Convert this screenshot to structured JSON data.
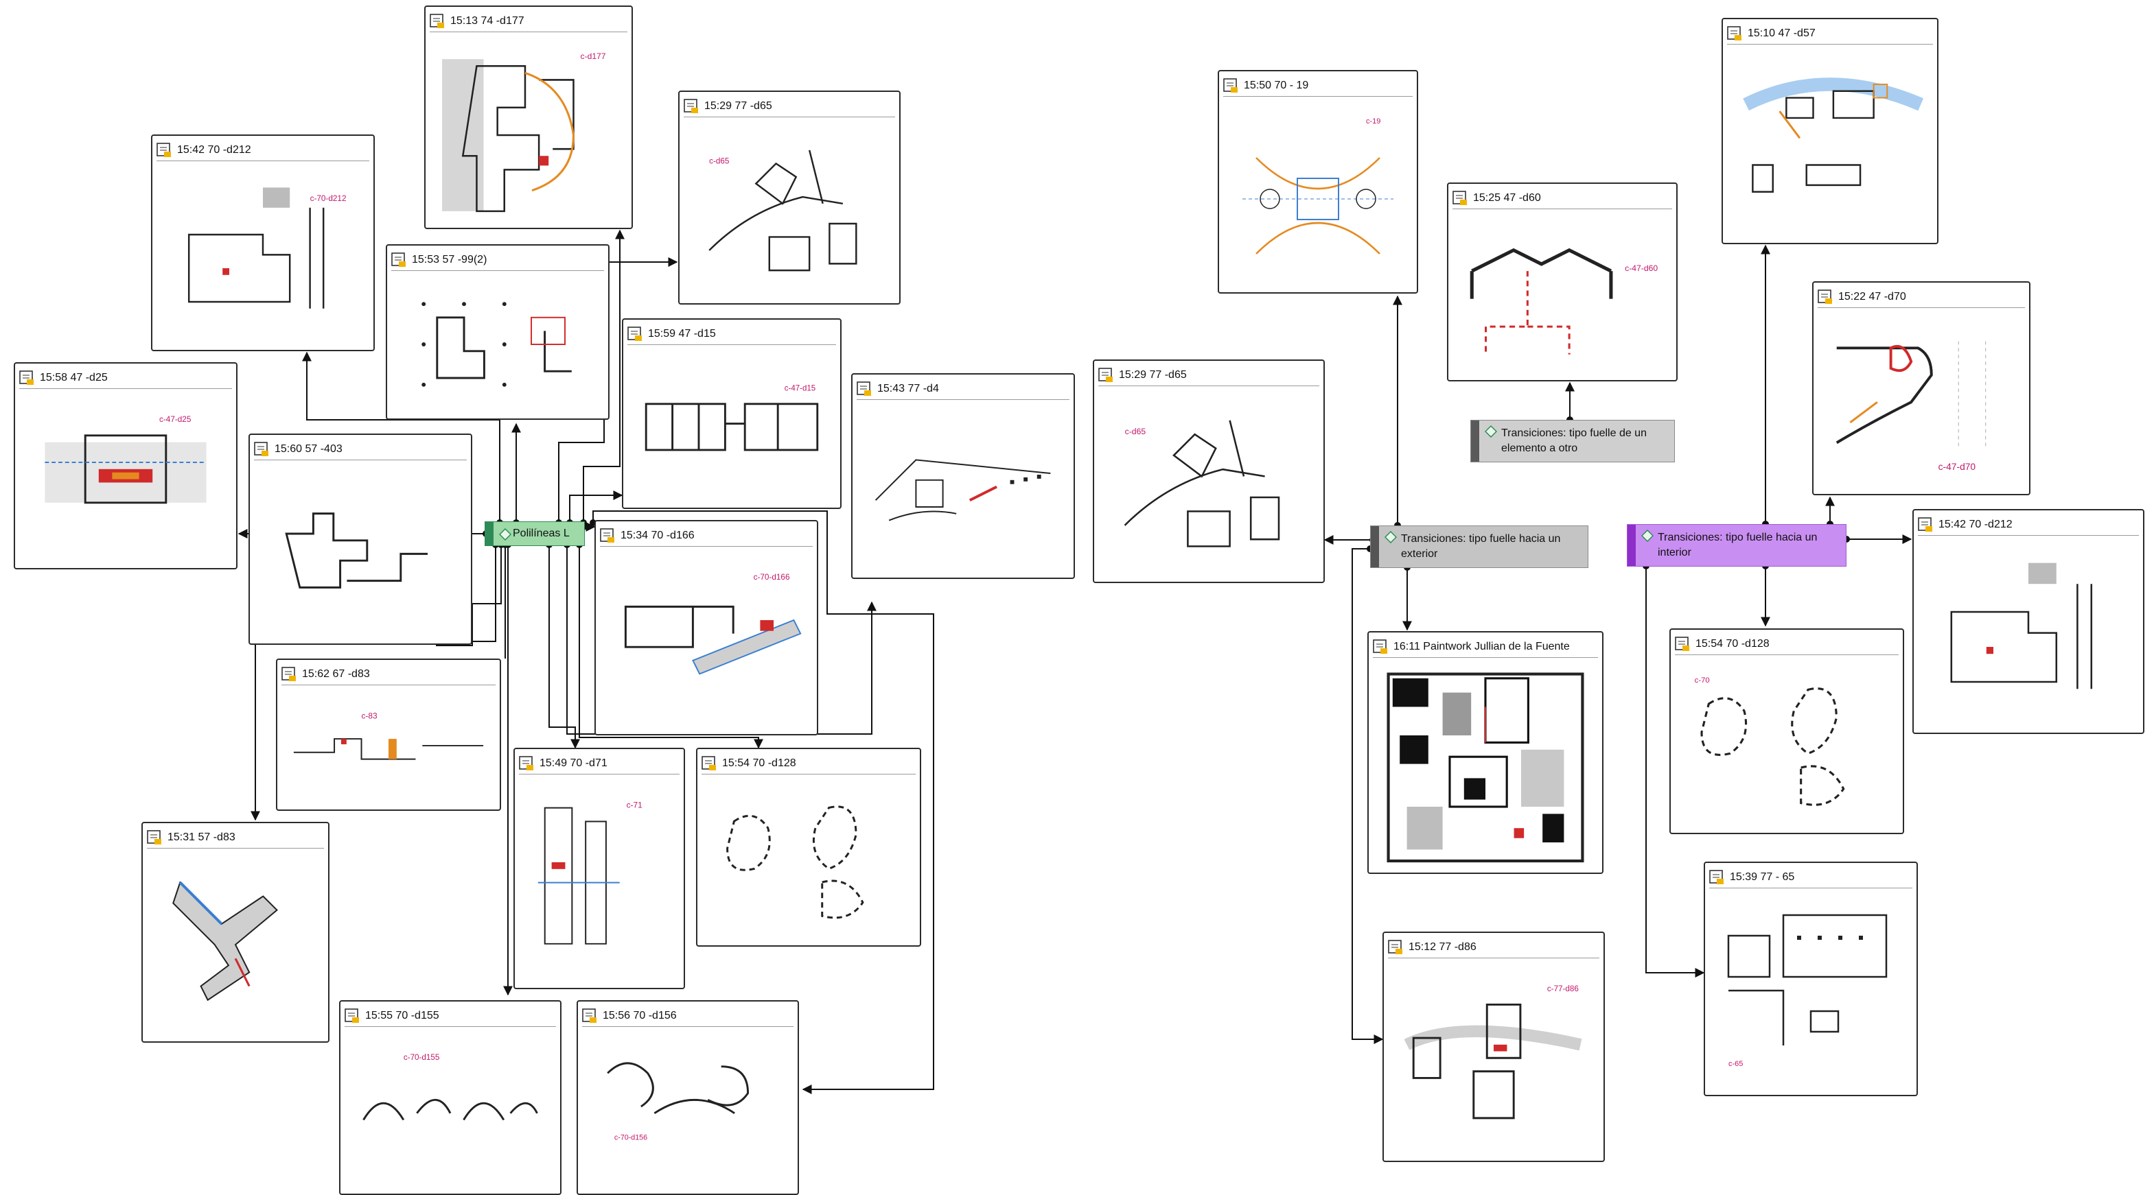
{
  "colors": {
    "doc_border": "#2b2b2b",
    "doc_icon": "#f0b400",
    "code_green_bar": "#2e8b57",
    "code_green_fill": "#9ed9a8",
    "code_gray_bar": "#555555",
    "code_gray_fill": "#c4c4c4",
    "code_purple_bar": "#8e2fc9",
    "code_purple_fill": "#c98ef2",
    "code_plain_bar": "#5a5a5a",
    "code_plain_fill": "#cfcfcf",
    "connector": "#111111",
    "sketch_red": "#d12a2a",
    "sketch_orange": "#e58a1f",
    "sketch_blue": "#3b7fd1",
    "sketch_magenta": "#c2186b"
  },
  "codes": {
    "polilineas": {
      "label": "Polilíneas L",
      "icon": "diamond-icon"
    },
    "fuelle_exterior": {
      "label": "Transiciones: tipo fuelle hacia un exterior",
      "icon": "diamond-icon"
    },
    "fuelle_interior": {
      "label": "Transiciones: tipo fuelle hacia un interior",
      "icon": "diamond-icon"
    },
    "fuelle_elemento": {
      "label": "Transiciones: tipo fuelle de un elemento a otro",
      "icon": "diamond-icon"
    }
  },
  "documents": {
    "d177": {
      "title": "15:13 74 -d177"
    },
    "d212_left": {
      "title": "15:42 70 -d212"
    },
    "d65_top": {
      "title": "15:29 77 -d65"
    },
    "d99": {
      "title": "15:53 57 -99(2)"
    },
    "d15": {
      "title": "15:59 47 -d15"
    },
    "d25": {
      "title": "15:58 47 -d25"
    },
    "d403": {
      "title": "15:60 57 -403"
    },
    "d4": {
      "title": "15:43 77 -d4"
    },
    "d166": {
      "title": "15:34 70 -d166"
    },
    "d83_a": {
      "title": "15:62 67 -d83"
    },
    "d83_b": {
      "title": "15:31 57 -d83"
    },
    "d71": {
      "title": "15:49 70 -d71"
    },
    "d128_left": {
      "title": "15:54 70 -d128"
    },
    "d155": {
      "title": "15:55 70 -d155"
    },
    "d156": {
      "title": "15:56 70 -d156"
    },
    "d19": {
      "title": "15:50 70 - 19"
    },
    "d65_mid": {
      "title": "15:29 77 -d65"
    },
    "d60": {
      "title": "15:25 47 -d60"
    },
    "paintwork": {
      "title": "16:11 Paintwork Jullian de la Fuente"
    },
    "d86": {
      "title": "15:12 77 -d86"
    },
    "d57": {
      "title": "15:10 47 -d57"
    },
    "d70": {
      "title": "15:22 47 -d70"
    },
    "d212_right": {
      "title": "15:42 70 -d212"
    },
    "d128_right": {
      "title": "15:54 70 -d128"
    },
    "d65_right": {
      "title": "15:39 77 - 65"
    }
  }
}
